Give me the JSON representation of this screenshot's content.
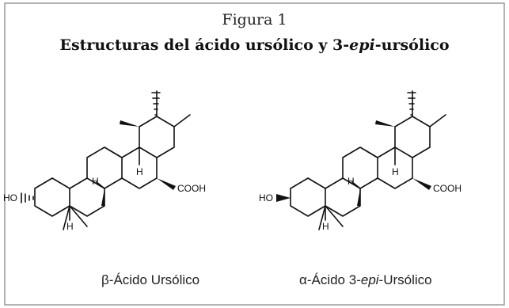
{
  "figure": {
    "number_label": "Figura 1",
    "title_part1": "Estructuras del ácido ursólico y 3-",
    "title_italic": "epi",
    "title_part2": "-ursólico"
  },
  "structures": [
    {
      "caption_prefix": "β-Ácido Ursólico",
      "caption_italic": "",
      "caption_suffix": "",
      "substituent_left": "HO",
      "substituent_right": "COOH",
      "stereo_h": [
        "H",
        "H",
        "H"
      ],
      "hydroxyl_bond": "hashed"
    },
    {
      "caption_prefix": "α-Ácido 3-",
      "caption_italic": "epi",
      "caption_suffix": "-Ursólico",
      "substituent_left": "HO",
      "substituent_right": "COOH",
      "stereo_h": [
        "H",
        "H",
        "H"
      ],
      "hydroxyl_bond": "bold-wedge"
    }
  ],
  "colors": {
    "ink": "#111111",
    "border": "#9a9a9a",
    "background": "#ffffff"
  }
}
